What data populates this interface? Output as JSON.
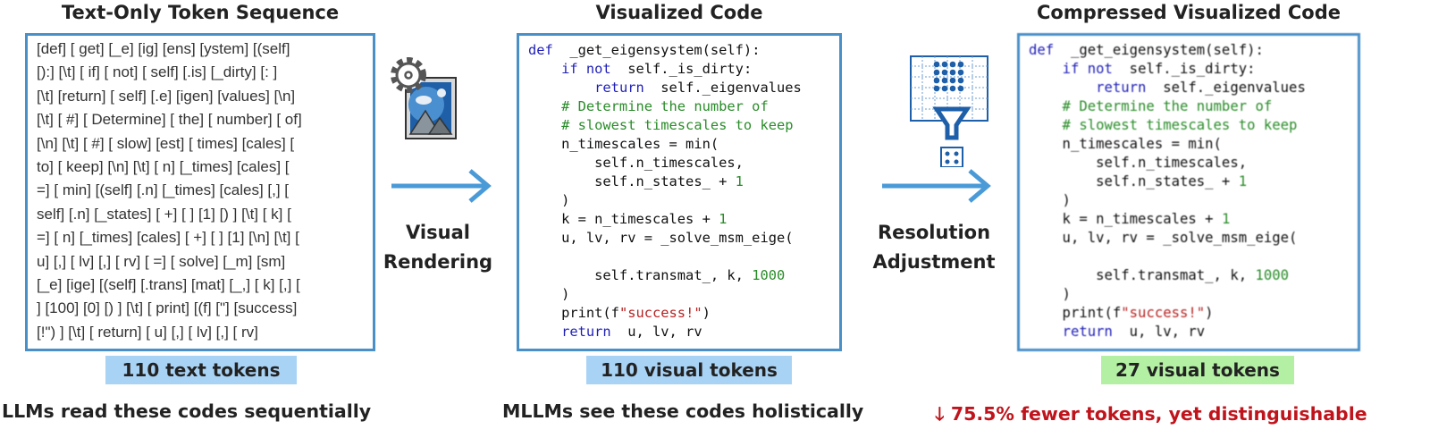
{
  "panels": {
    "text_only": {
      "title": "Text-Only Token Sequence",
      "badge": "110 text tokens",
      "caption": "LLMs read these codes sequentially",
      "token_lines": [
        "[def] [ get] [_e] [ig] [ens] [ystem] [(self]",
        "[):] [\\t] [ if] [ not] [ self] [.is] [_dirty] [: ]",
        "[\\t] [return] [ self] [.e] [igen] [values] [\\n]",
        "[\\t] [ #] [ Determine] [ the] [ number] [ of]",
        "[\\n] [\\t] [ #] [ slow] [est] [ times] [cales] [",
        "to] [ keep] [\\n] [\\t] [ n] [_times] [cales] [",
        "=] [ min] [(self] [.n] [_times] [cales] [,] [",
        "self] [.n] [_states] [ +] [ ] [1] [) ] [\\t] [ k] [",
        "=] [ n] [_times] [cales] [ +] [ ] [1] [\\n] [\\t] [",
        "u] [,] [ lv] [,] [ rv] [ =] [ solve] [_m] [sm]",
        "[_e] [ige] [(self] [.trans] [mat] [_,] [ k] [,] [",
        "] [100] [0] [) ] [\\t] [ print] [(f] [\"] [success]",
        "[!\") ] [\\t] [ return] [ u] [,] [ lv] [,] [ rv]"
      ]
    },
    "visualized": {
      "title": "Visualized Code",
      "badge": "110 visual tokens",
      "caption": "MLLMs see these codes holistically"
    },
    "compressed": {
      "title": "Compressed Visualized Code",
      "badge": "27  visual tokens",
      "caption": "75.5% fewer tokens, yet distinguishable"
    }
  },
  "steps": {
    "render": [
      "Visual",
      "Rendering"
    ],
    "resize": [
      "Resolution",
      "Adjustment"
    ]
  },
  "code_lines": [
    [
      [
        "k",
        "def"
      ],
      [
        "",
        "  _get_eigensystem(self):"
      ]
    ],
    [
      [
        "",
        "    "
      ],
      [
        "k",
        "if not"
      ],
      [
        "",
        "  self._is_dirty:"
      ]
    ],
    [
      [
        "",
        "        "
      ],
      [
        "k",
        "return"
      ],
      [
        "",
        "  self._eigenvalues"
      ]
    ],
    [
      [
        "c",
        "    # Determine the number of"
      ]
    ],
    [
      [
        "c",
        "    # slowest timescales to keep"
      ]
    ],
    [
      [
        "",
        "    n_timescales = min("
      ]
    ],
    [
      [
        "",
        "        self.n_timescales,"
      ]
    ],
    [
      [
        "",
        "        self.n_states_ + "
      ],
      [
        "n",
        "1"
      ]
    ],
    [
      [
        "",
        "    )"
      ]
    ],
    [
      [
        "",
        "    k = n_timescales + "
      ],
      [
        "n",
        "1"
      ]
    ],
    [
      [
        "",
        "    u, lv, rv = _solve_msm_eige("
      ]
    ],
    [
      [
        "",
        ""
      ]
    ],
    [
      [
        "",
        "        self.transmat_, k, "
      ],
      [
        "n",
        "1000"
      ]
    ],
    [
      [
        "",
        "    )"
      ]
    ],
    [
      [
        "",
        "    print(f"
      ],
      [
        "s",
        "\"success!\""
      ],
      [
        "",
        ")"
      ]
    ],
    [
      [
        "",
        "    "
      ],
      [
        "k",
        "return"
      ],
      [
        "",
        "  u, lv, rv"
      ]
    ]
  ],
  "colors": {
    "box": "#4a90c8",
    "arrow": "#4a9ad8",
    "badge_blue": "#a9d3f5",
    "badge_green": "#b4f0a4",
    "down_red": "#c0141c"
  }
}
